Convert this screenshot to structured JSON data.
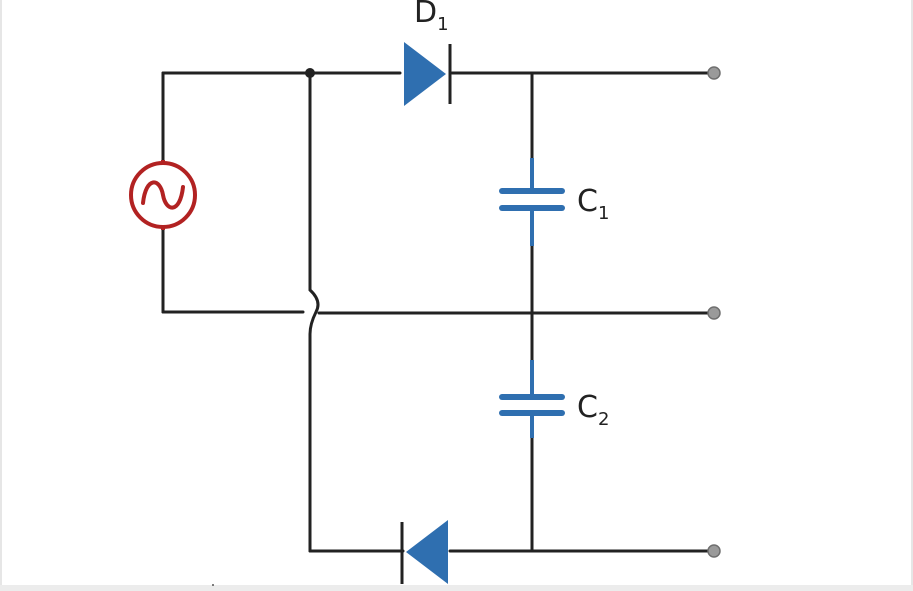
{
  "labels": {
    "d1_main": "D",
    "d1_sub": "1",
    "c1_main": "C",
    "c1_sub": "1",
    "c2_main": "C",
    "c2_sub": "2"
  },
  "colors": {
    "wire": "#222222",
    "source": "#b22222",
    "component": "#2f6fb0",
    "terminal": "#8a8a8a"
  },
  "icons": {
    "source": "ac-source-icon",
    "diode": "diode-icon",
    "capacitor": "capacitor-icon",
    "terminal": "terminal-icon"
  }
}
